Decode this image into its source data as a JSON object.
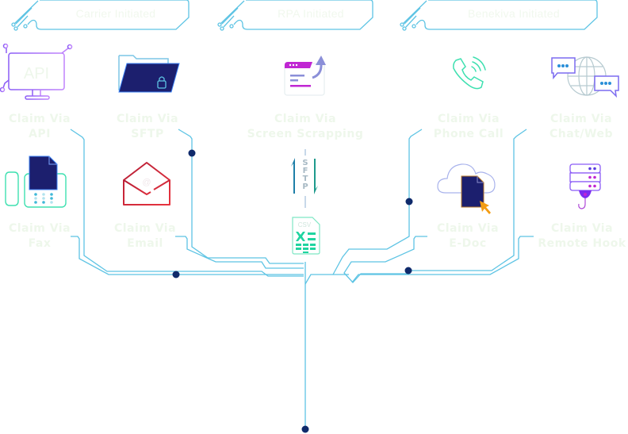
{
  "headers": [
    {
      "id": "carrier",
      "label": "Carrier Initiated"
    },
    {
      "id": "rpa",
      "label": "RPA Initiated"
    },
    {
      "id": "benekiva",
      "label": "Benekiva Initiated"
    }
  ],
  "channels": {
    "api": {
      "line1": "Claim Via",
      "line2": "API",
      "icon": "monitor-api-icon",
      "icon_text": "API"
    },
    "sftp": {
      "line1": "Claim Via",
      "line2": "SFTP",
      "icon": "locked-folder-icon"
    },
    "screen": {
      "line1": "Claim Via",
      "line2": "Screen Scrapping",
      "icon": "browser-upload-icon"
    },
    "phone": {
      "line1": "Claim Via",
      "line2": "Phone Call",
      "icon": "phone-icon"
    },
    "chat": {
      "line1": "Claim Via",
      "line2": "Chat/Web",
      "icon": "globe-chat-icon"
    },
    "fax": {
      "line1": "Claim Via",
      "line2": "Fax",
      "icon": "fax-icon"
    },
    "email": {
      "line1": "Claim Via",
      "line2": "Email",
      "icon": "envelope-icon",
      "icon_text": "@"
    },
    "edoc": {
      "line1": "Claim Via",
      "line2": "E-Doc",
      "icon": "cloud-document-icon"
    },
    "hook": {
      "line1": "Claim Via",
      "line2": "Remote Hook",
      "icon": "server-hook-icon"
    }
  },
  "transfer": {
    "letters": [
      "S",
      "F",
      "T",
      "P"
    ],
    "csv_label": "CSV",
    "csv_icon": "csv-file-icon",
    "arrows_icon": "transfer-arrows-icon"
  },
  "colors": {
    "line": "#5ec4e4",
    "node": "#0f2a6b",
    "label": "#eef7eb",
    "purple": "#8b5cf6",
    "magenta": "#c026d3",
    "teal": "#3ee0b0",
    "navy": "#1c1f6e",
    "red": "#c9283a",
    "orange": "#f39c12"
  }
}
